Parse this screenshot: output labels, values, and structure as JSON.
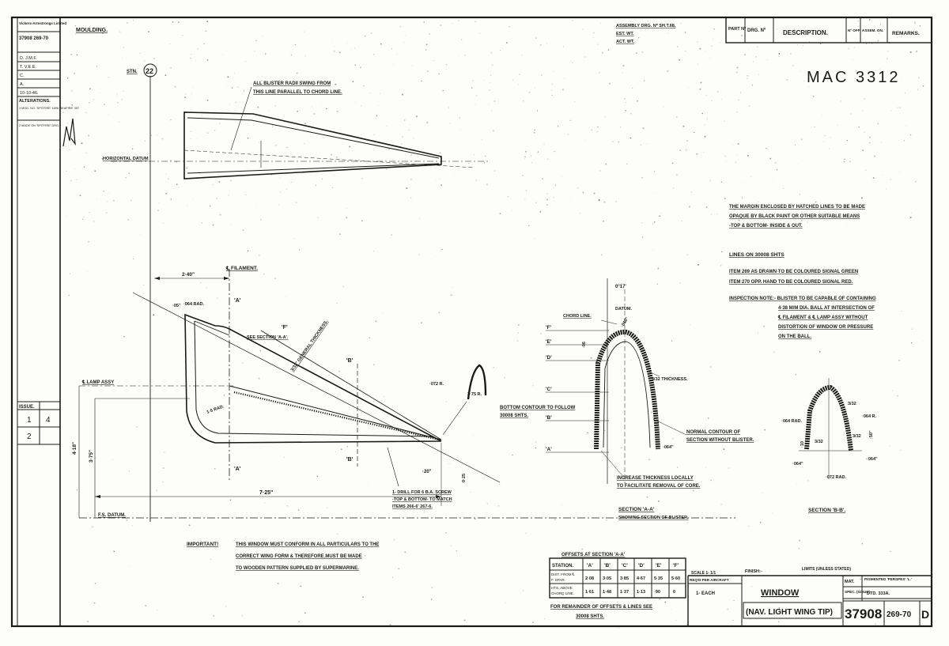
{
  "sheet": {
    "company": "Vickers-Armstrongs Limited",
    "drawing_no_small": "37908 269-70",
    "block_rows": [
      "D. J.M.F.",
      "T. V.E.E.",
      "C.",
      "A.",
      "10-10-46."
    ],
    "alterations_label": "ALTERATIONS.",
    "alteration_1": "1 MOD. NO. 'SPITFIRE' 1896 'SEAFIRE' 357",
    "alteration_2": "2 MADE ON 'SPITFIRE' DRG.",
    "issue_label": "ISSUE.",
    "issue_row1": [
      "1",
      "4"
    ],
    "issue_row2": "2",
    "moulding": "MOULDING.",
    "assembly_ref": [
      "ASSEMBLY DRG. Nº SH.T.68.",
      "EST. WT.",
      "ACT. WT."
    ],
    "handwritten_ref": "MAC 3312"
  },
  "header_table": {
    "part_no": "PART Nº",
    "drg_no": "DRG. Nº",
    "description": "DESCRIPTION.",
    "no_off": "Nº OFF",
    "assem_on": "ASSEM. ON.",
    "remarks": "REMARKS."
  },
  "plan_view": {
    "station": "STN.",
    "station_no": "22",
    "note": [
      "ALL BLISTER RADII SWING FROM",
      "THIS LINE PARALLEL TO CHORD LINE."
    ],
    "horizontal_datum": "HORIZONTAL DATUM"
  },
  "side_view": {
    "filament": "℄ FILAMENT.",
    "dim_240": "2·40\"",
    "dim_064": "·064 RAD.",
    "dim_05": "·05\"",
    "section_a_top": "'A'",
    "section_a_bottom": "'A'",
    "f_label": "'F'",
    "see_section": "SEE SECTION 'A-A'.",
    "thickness": "3/32\" GENERAL THICKNESS.",
    "b_top": "'B'",
    "b_bottom": "'B'",
    "lamp_assy": "℄ LAMP ASSY",
    "rad_1": "1·5 RAD.",
    "dim_418": "4·18\"",
    "dim_375": "3·75\"",
    "dim_725": "7·25\"",
    "dim_20": "·20\"",
    "dim_025": "0·25",
    "fs_datum": "F.S. DATUM.",
    "dim_072": "·072 R.",
    "dim_375b": "3·75 R.",
    "drill_note": [
      "1- DRILL FOR 6 B.A. SCREW",
      "-TOP & BOTTOM- TO MATCH",
      "ITEMS 266-6' 267-6."
    ]
  },
  "section_aa": {
    "angle": "0°17'",
    "datum": "DATUM.",
    "chord_line": "CHORD LINE.",
    "dim_060": "·060\"",
    "dim_06": "·06",
    "labels": [
      "'F'",
      "'E'",
      "'D'",
      "'C'",
      "'B'",
      "'A'"
    ],
    "thickness_note": "3/32 THICKNESS.",
    "bottom_note": [
      "BOTTOM CONTOUR TO FOLLOW",
      "30008 SHTS."
    ],
    "normal_note": [
      "NORMAL CONTOUR OF",
      "SECTION WITHOUT BLISTER."
    ],
    "dim_064": "·064\"",
    "increase_note": [
      "INCREASE THICKNESS LOCALLY",
      "TO FACILITATE REMOVAL OF CORE."
    ],
    "title": "SECTION 'A-A'",
    "subtitle": "SHOWING SECTION OF BLISTER."
  },
  "section_bb": {
    "dim_3_32": "3/32",
    "dim_064_rad": "·064 RAD.",
    "dim_064_r": "·064 R.",
    "dim_3_32b": "3/32",
    "dim_3_32c": "3/32",
    "dim_50": "·50\"",
    "dim_10": "·10",
    "dim_064a": "·064\"",
    "dim_064b": "·064\"",
    "dim_072": "·072 RAD.",
    "title": "SECTION 'B-B'."
  },
  "notes": {
    "margin_note": [
      "THE MARGIN ENCLOSED BY HATCHED LINES TO BE MADE",
      "OPAQUE BY BLACK PAINT OR OTHER SUITABLE MEANS",
      "-TOP & BOTTOM- INSIDE & OUT."
    ],
    "lines_on": "LINES ON 30008 SHTS",
    "item_269": "ITEM 269 AS DRAWN TO BE COLOURED SIGNAL GREEN",
    "item_270": "ITEM 270 OPP. HAND TO BE COLOURED SIGNAL RED.",
    "inspection": [
      "INSPECTION NOTE:- BLISTER TO BE CAPABLE OF CONTAINING",
      "4·38 M/M DIA. BALL AT INTERSECTION OF",
      "℄ FILAMENT & ℄ LAMP ASSY WITHOUT",
      "DISTORTION OF WINDOW OR PRESSURE",
      "ON THE BALL."
    ],
    "important_label": "IMPORTANT!",
    "important_text": [
      "THIS WINDOW MUST CONFORM IN ALL PARTICULARS TO THE",
      "CORRECT WING FORM & THEREFORE MUST BE MADE",
      "TO WOODEN PATTERN SUPPLIED BY SUPERMARINE."
    ]
  },
  "offsets": {
    "title": "OFFSETS AT SECTION 'A-A'",
    "header": [
      "STATION.",
      "'A'",
      "'B'",
      "'C'",
      "'D'",
      "'E'",
      "'F'"
    ],
    "row1_label": [
      "DIST. FROM ℄",
      "F. SPAR."
    ],
    "row1": [
      "2·08",
      "3·05",
      "3·85",
      "4·67",
      "5·35",
      "5·60"
    ],
    "row2_label": [
      "HTS. ABOVE",
      "CHORD LINE."
    ],
    "row2": [
      "1·61",
      "1·48",
      "1·37",
      "1·13",
      "·90",
      "0"
    ],
    "remainder": [
      "FOR REMAINDER OF OFFSETS & LINES SEE",
      "30008 SHTS."
    ]
  },
  "title_block": {
    "scale": "SCALE 1- 1/1",
    "req_per_aircraft": "REQ'D PER AIRCRAFT",
    "qty": "1- EACH",
    "finish": "FINISH:-",
    "limits": "LIMITS (UNLESS STATED)",
    "title": "WINDOW",
    "subtitle": "(NAV. LIGHT WING TIP)",
    "mat": "MAT.",
    "material": "PIGMENTED 'PERSPEX' 'L.'",
    "spec": "SPEC. (ISSUE)",
    "spec_value": "DTD. 333A.",
    "drawing_no": "37908",
    "sheet_no": "269-70",
    "size": "D"
  }
}
